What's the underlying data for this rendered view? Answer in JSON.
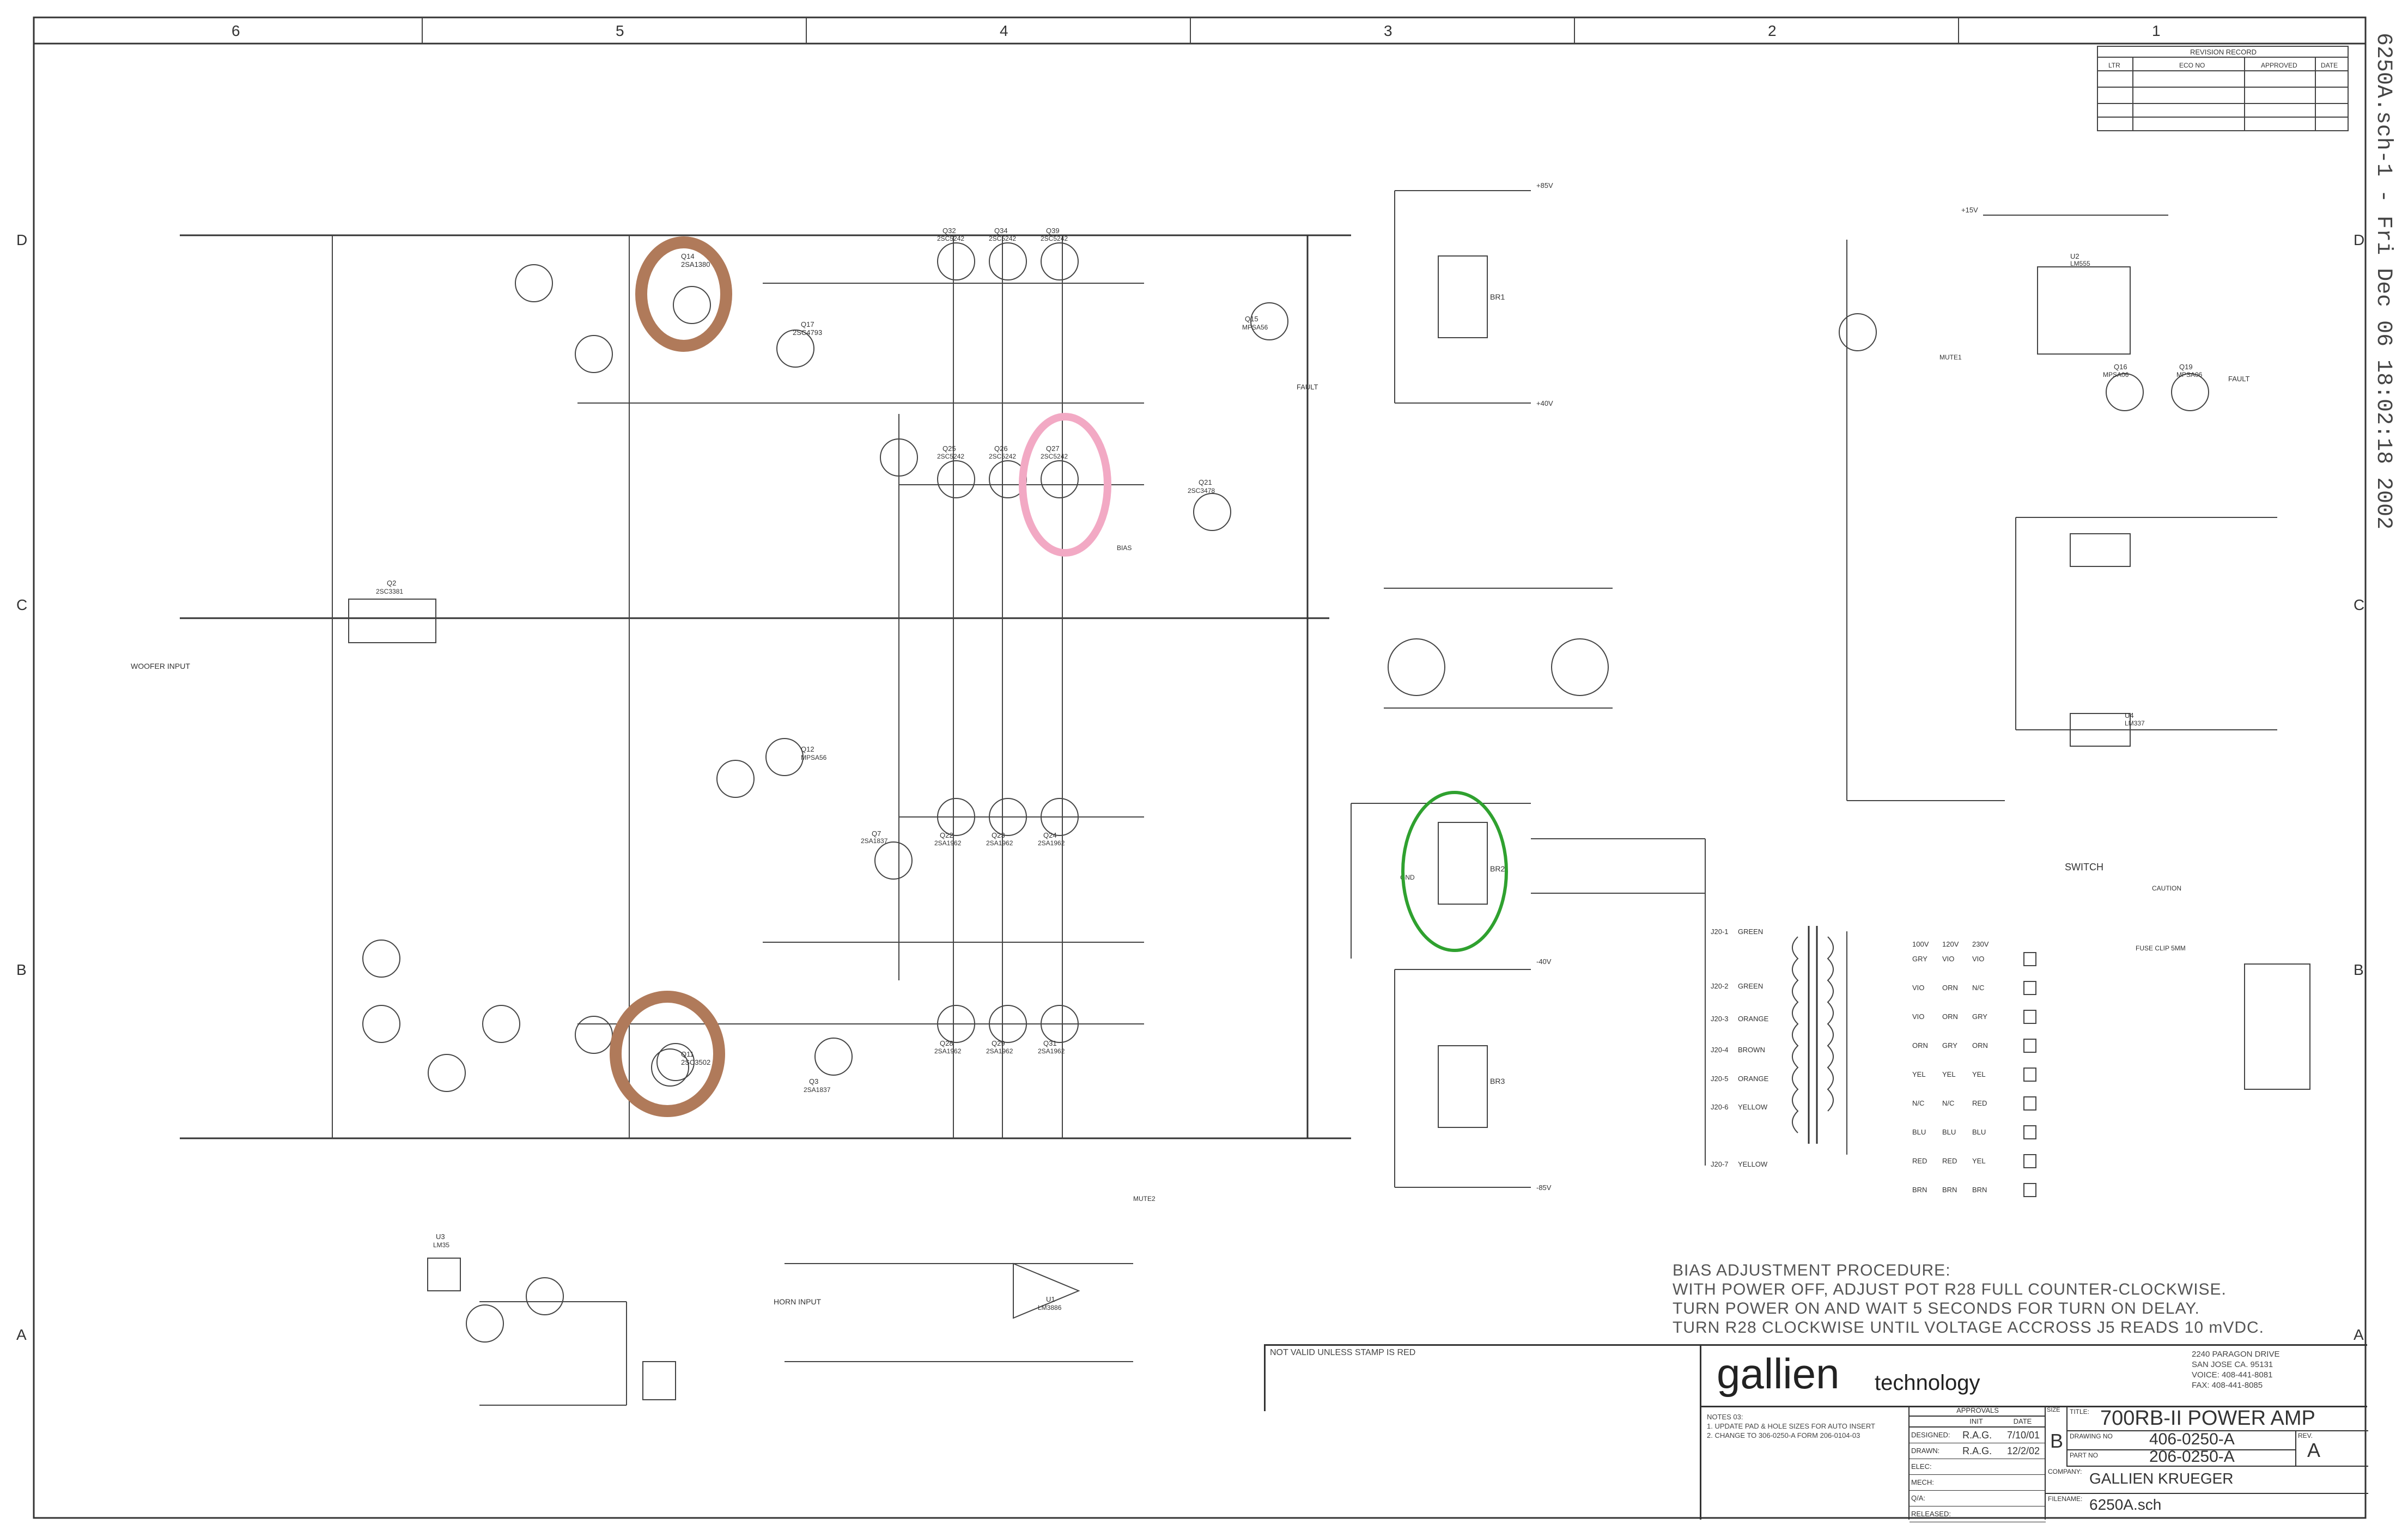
{
  "sheet": {
    "header_id": "6250A.sch-1 - Fri Dec 06 18:02:18 2002",
    "column_zones": [
      "6",
      "5",
      "4",
      "3",
      "2",
      "1"
    ],
    "row_zones": [
      "D",
      "C",
      "B",
      "A"
    ]
  },
  "revision_record": {
    "title": "REVISION RECORD",
    "columns": [
      "LTR",
      "ECO NO",
      "APPROVED",
      "DATE"
    ]
  },
  "labels": {
    "woofer_input": "WOOFER INPUT",
    "horn_input": "HORN INPUT",
    "switch": "SWITCH",
    "caution": "CAUTION",
    "fuse_clip": "FUSE CLIP 5MM",
    "fault": "FAULT",
    "mute1": "MUTE1",
    "mute2": "MUTE2",
    "bias": "BIAS",
    "plus85": "+85V",
    "minus85": "-85V",
    "plus40": "+40V",
    "minus40": "-40V",
    "plus15": "+15V",
    "gnd": "GND",
    "not_valid": "NOT VALID UNLESS STAMP IS RED"
  },
  "components": [
    {
      "ref": "Q14",
      "value": "2SA1380"
    },
    {
      "ref": "Q11",
      "value": "2SC3502"
    },
    {
      "ref": "Q17",
      "value": "2SC4793"
    },
    {
      "ref": "Q32",
      "value": "2SC5242"
    },
    {
      "ref": "Q34",
      "value": "2SC5242"
    },
    {
      "ref": "Q39",
      "value": "2SC5242"
    },
    {
      "ref": "Q25",
      "value": "2SC5242"
    },
    {
      "ref": "Q26",
      "value": "2SC5242"
    },
    {
      "ref": "Q27",
      "value": "2SC5242"
    },
    {
      "ref": "Q21",
      "value": "2SC3478"
    },
    {
      "ref": "Q22",
      "value": "2SA1962"
    },
    {
      "ref": "Q23",
      "value": "2SA1962"
    },
    {
      "ref": "Q24",
      "value": "2SA1962"
    },
    {
      "ref": "Q28",
      "value": "2SA1962"
    },
    {
      "ref": "Q29",
      "value": "2SA1962"
    },
    {
      "ref": "Q31",
      "value": "2SA1962"
    },
    {
      "ref": "Q7",
      "value": "2SA1837"
    },
    {
      "ref": "Q3",
      "value": "2SA1837"
    },
    {
      "ref": "Q12",
      "value": "MPSA56"
    },
    {
      "ref": "Q15",
      "value": "MPSA56"
    },
    {
      "ref": "Q16",
      "value": "MPSA06"
    },
    {
      "ref": "Q19",
      "value": "MPSA06"
    },
    {
      "ref": "Q2",
      "value": "2SC3381"
    },
    {
      "ref": "U1",
      "value": "LM3886"
    },
    {
      "ref": "U2",
      "value": "LM555"
    },
    {
      "ref": "U3",
      "value": "LM35"
    },
    {
      "ref": "U4",
      "value": "LM337"
    },
    {
      "ref": "BR1",
      "value": "BR1"
    },
    {
      "ref": "BR2",
      "value": "BR2"
    },
    {
      "ref": "BR3",
      "value": "BR3"
    }
  ],
  "transformer_taps": [
    {
      "label": "J20-1",
      "color": "GREEN"
    },
    {
      "label": "J20-2",
      "color": "GREEN"
    },
    {
      "label": "J20-3",
      "color": "ORANGE"
    },
    {
      "label": "J20-4",
      "color": "BROWN"
    },
    {
      "label": "J20-5",
      "color": "ORANGE"
    },
    {
      "label": "J20-6",
      "color": "YELLOW"
    },
    {
      "label": "J20-7",
      "color": "YELLOW"
    }
  ],
  "voltage_table": {
    "columns": [
      "100V",
      "120V",
      "230V"
    ],
    "rows": [
      [
        "GRY",
        "VIO",
        "VIO"
      ],
      [
        "VIO",
        "ORN",
        "N/C"
      ],
      [
        "VIO",
        "ORN",
        "GRY"
      ],
      [
        "ORN",
        "GRY",
        "ORN"
      ],
      [
        "YEL",
        "YEL",
        "YEL"
      ],
      [
        "N/C",
        "N/C",
        "RED"
      ],
      [
        "BLU",
        "BLU",
        "BLU"
      ],
      [
        "RED",
        "RED",
        "YEL"
      ],
      [
        "BRN",
        "BRN",
        "BRN"
      ]
    ]
  },
  "bias_procedure": {
    "title": "BIAS ADJUSTMENT PROCEDURE:",
    "lines": [
      "WITH POWER OFF, ADJUST POT R28 FULL COUNTER-CLOCKWISE.",
      "TURN POWER ON AND WAIT 5 SECONDS FOR TURN ON DELAY.",
      "TURN R28 CLOCKWISE UNTIL VOLTAGE ACCROSS J5 READS 10 mVDC."
    ]
  },
  "title_block": {
    "company_logo": "gallien",
    "company_sub": "technology",
    "address": [
      "2240 PARAGON DRIVE",
      "SAN JOSE CA. 95131",
      "VOICE: 408-441-8081",
      "FAX: 408-441-8085"
    ],
    "notes_title": "NOTES 03:",
    "notes": [
      "1. UPDATE PAD & HOLE SIZES FOR AUTO INSERT",
      "2. CHANGE TO 306-0250-A FORM 206-0104-03"
    ],
    "approvals_title": "APPROVALS",
    "approvals_cols": [
      "INIT",
      "DATE"
    ],
    "approvals_rows": [
      {
        "role": "DESIGNED:",
        "init": "R.A.G.",
        "date": "7/10/01"
      },
      {
        "role": "DRAWN:",
        "init": "R.A.G.",
        "date": "12/2/02"
      },
      {
        "role": "ELEC:",
        "init": "",
        "date": ""
      },
      {
        "role": "MECH:",
        "init": "",
        "date": ""
      },
      {
        "role": "Q/A:",
        "init": "",
        "date": ""
      },
      {
        "role": "RELEASED:",
        "init": "",
        "date": ""
      }
    ],
    "size_label": "SIZE",
    "size": "B",
    "title_label": "TITLE:",
    "title": "700RB-II POWER AMP",
    "drawing_no_label": "DRAWING NO",
    "drawing_no": "406-0250-A",
    "part_no_label": "PART NO",
    "part_no": "206-0250-A",
    "rev_label": "REV.",
    "rev": "A",
    "company_label": "COMPANY:",
    "company": "GALLIEN KRUEGER",
    "filename_label": "FILENAME:",
    "filename": "6250A.sch"
  },
  "annotation_colors": {
    "brown": "#b07a5a",
    "pink": "#f2a9c4",
    "green": "#2fa12f"
  }
}
